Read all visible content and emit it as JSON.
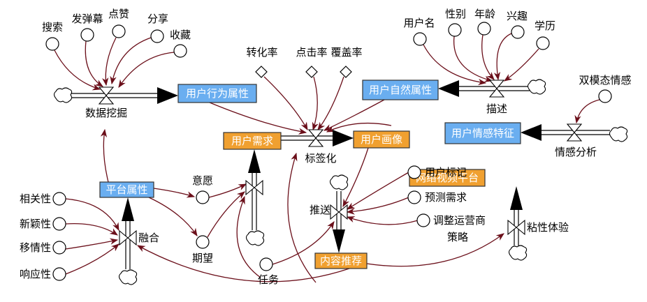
{
  "colors": {
    "stock_blue": "#6aaef0",
    "stock_orange": "#f0a030",
    "link": "#6b0f1a"
  },
  "stocks": [
    {
      "id": "behavior",
      "label": "用户行为属性",
      "color": "blue"
    },
    {
      "id": "natural",
      "label": "用户自然属性",
      "color": "blue"
    },
    {
      "id": "emotion",
      "label": "用户情感特征",
      "color": "blue"
    },
    {
      "id": "demand",
      "label": "用户需求",
      "color": "orange"
    },
    {
      "id": "portrait",
      "label": "用户画像",
      "color": "orange"
    },
    {
      "id": "platform_attr",
      "label": "平台属性",
      "color": "blue"
    },
    {
      "id": "platform",
      "label": "网络视频平台",
      "color": "orange"
    },
    {
      "id": "recommend",
      "label": "内容推荐",
      "color": "orange"
    }
  ],
  "flows": [
    {
      "id": "mining",
      "label": "数据挖掘"
    },
    {
      "id": "tagging",
      "label": "标签化"
    },
    {
      "id": "describe",
      "label": "描述"
    },
    {
      "id": "emotion_analysis",
      "label": "情感分析"
    },
    {
      "id": "fusion",
      "label": "融合"
    },
    {
      "id": "push",
      "label": "推送"
    },
    {
      "id": "sticky",
      "label": "粘性体验"
    },
    {
      "id": "demand_flow",
      "label": ""
    }
  ],
  "auxiliaries": [
    {
      "id": "search",
      "label": "搜索"
    },
    {
      "id": "danmaku",
      "label": "发弹幕"
    },
    {
      "id": "like",
      "label": "点赞"
    },
    {
      "id": "share",
      "label": "分享"
    },
    {
      "id": "collect",
      "label": "收藏"
    },
    {
      "id": "username",
      "label": "用户名"
    },
    {
      "id": "gender",
      "label": "性别"
    },
    {
      "id": "age",
      "label": "年龄"
    },
    {
      "id": "interest",
      "label": "兴趣"
    },
    {
      "id": "education",
      "label": "学历"
    },
    {
      "id": "bimodal",
      "label": "双模态情感"
    },
    {
      "id": "relevance",
      "label": "相关性"
    },
    {
      "id": "novelty",
      "label": "新颖性"
    },
    {
      "id": "empathy",
      "label": "移情性"
    },
    {
      "id": "responsive",
      "label": "响应性"
    },
    {
      "id": "willingness",
      "label": "意愿"
    },
    {
      "id": "expectation",
      "label": "期望"
    },
    {
      "id": "task",
      "label": "任务"
    },
    {
      "id": "user_mark",
      "label": "用户标记"
    },
    {
      "id": "predict",
      "label": "预测需求"
    },
    {
      "id": "adjust",
      "label": "调整运营商",
      "label2": "策略"
    }
  ],
  "constants": [
    {
      "id": "conversion",
      "label": "转化率"
    },
    {
      "id": "ctr",
      "label": "点击率"
    },
    {
      "id": "coverage",
      "label": "覆盖率"
    }
  ]
}
